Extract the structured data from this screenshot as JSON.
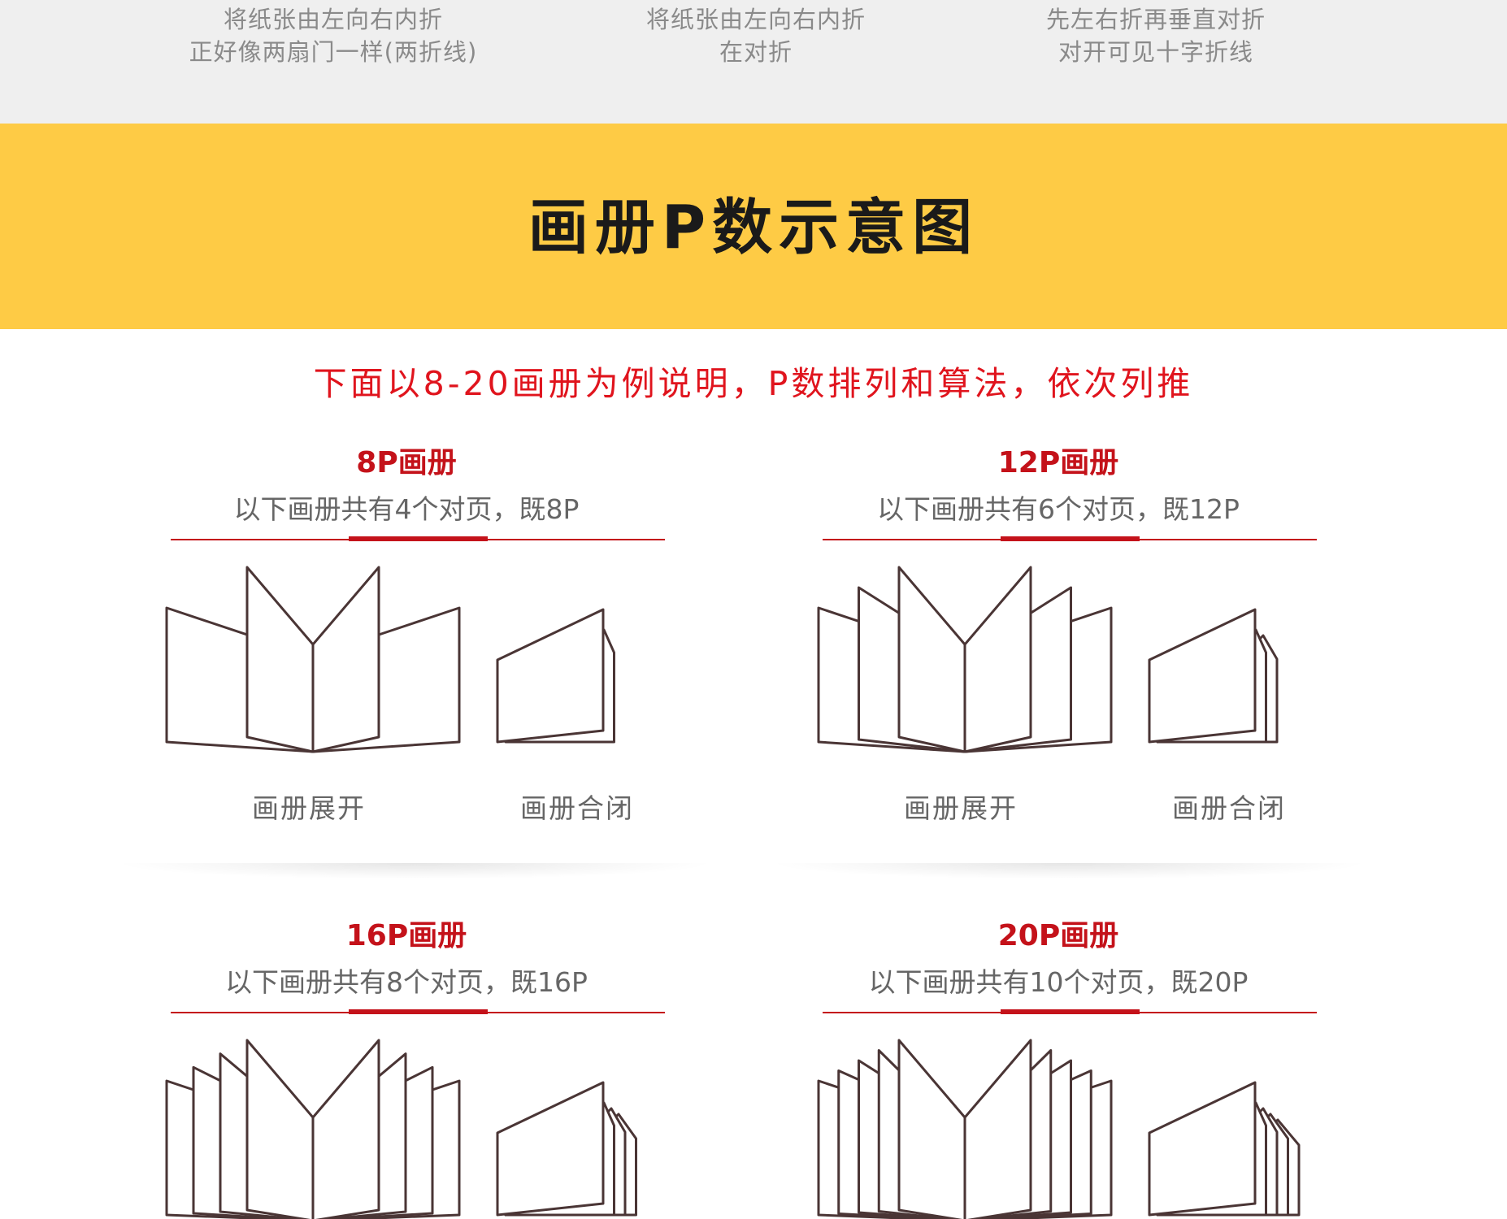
{
  "folds": [
    {
      "line1": "将纸张由左向右内折",
      "line2": "正好像两扇门一样(两折线)"
    },
    {
      "line1": "将纸张由左向右内折",
      "line2": "在对折"
    },
    {
      "line1": "先左右折再垂直对折",
      "line2": "对开可见十字折线"
    }
  ],
  "header": {
    "title": "画册P数示意图"
  },
  "intro": "下面以8-20画册为例说明，P数排列和算法，依次列推",
  "panels": [
    {
      "title": "8P画册",
      "subtitle": "以下画册共有4个对页，既8P",
      "open_label": "画册展开",
      "closed_label": "画册合闭"
    },
    {
      "title": "12P画册",
      "subtitle": "以下画册共有6个对页，既12P",
      "open_label": "画册展开",
      "closed_label": "画册合闭"
    },
    {
      "title": "16P画册",
      "subtitle": "以下画册共有8个对页，既16P"
    },
    {
      "title": "20P画册",
      "subtitle": "以下画册共有10个对页，既20P"
    }
  ],
  "colors": {
    "band_yellow": "#fecb45",
    "accent_red": "#c4121a",
    "intro_red": "#e0141d",
    "line_brown": "#4a3535"
  }
}
